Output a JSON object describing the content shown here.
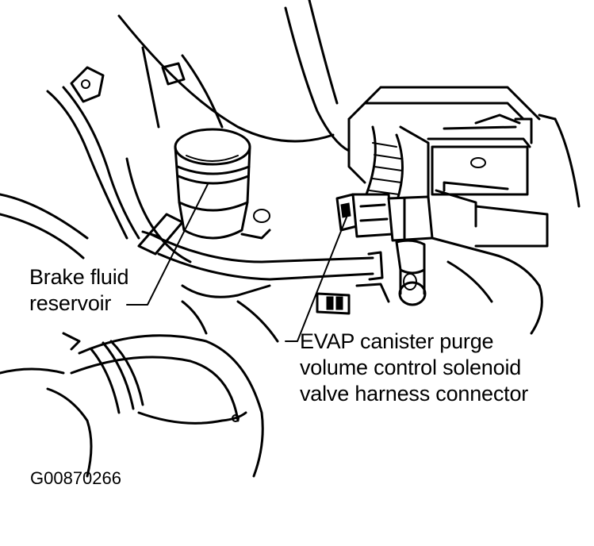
{
  "callouts": {
    "brake_line1": "Brake fluid",
    "brake_line2": "reservoir",
    "evap_line1": "EVAP canister purge",
    "evap_line2": "volume control solenoid",
    "evap_line3": "valve harness connector"
  },
  "figure_id": "G00870266",
  "colors": {
    "ink": "#000000",
    "paper": "#ffffff"
  }
}
